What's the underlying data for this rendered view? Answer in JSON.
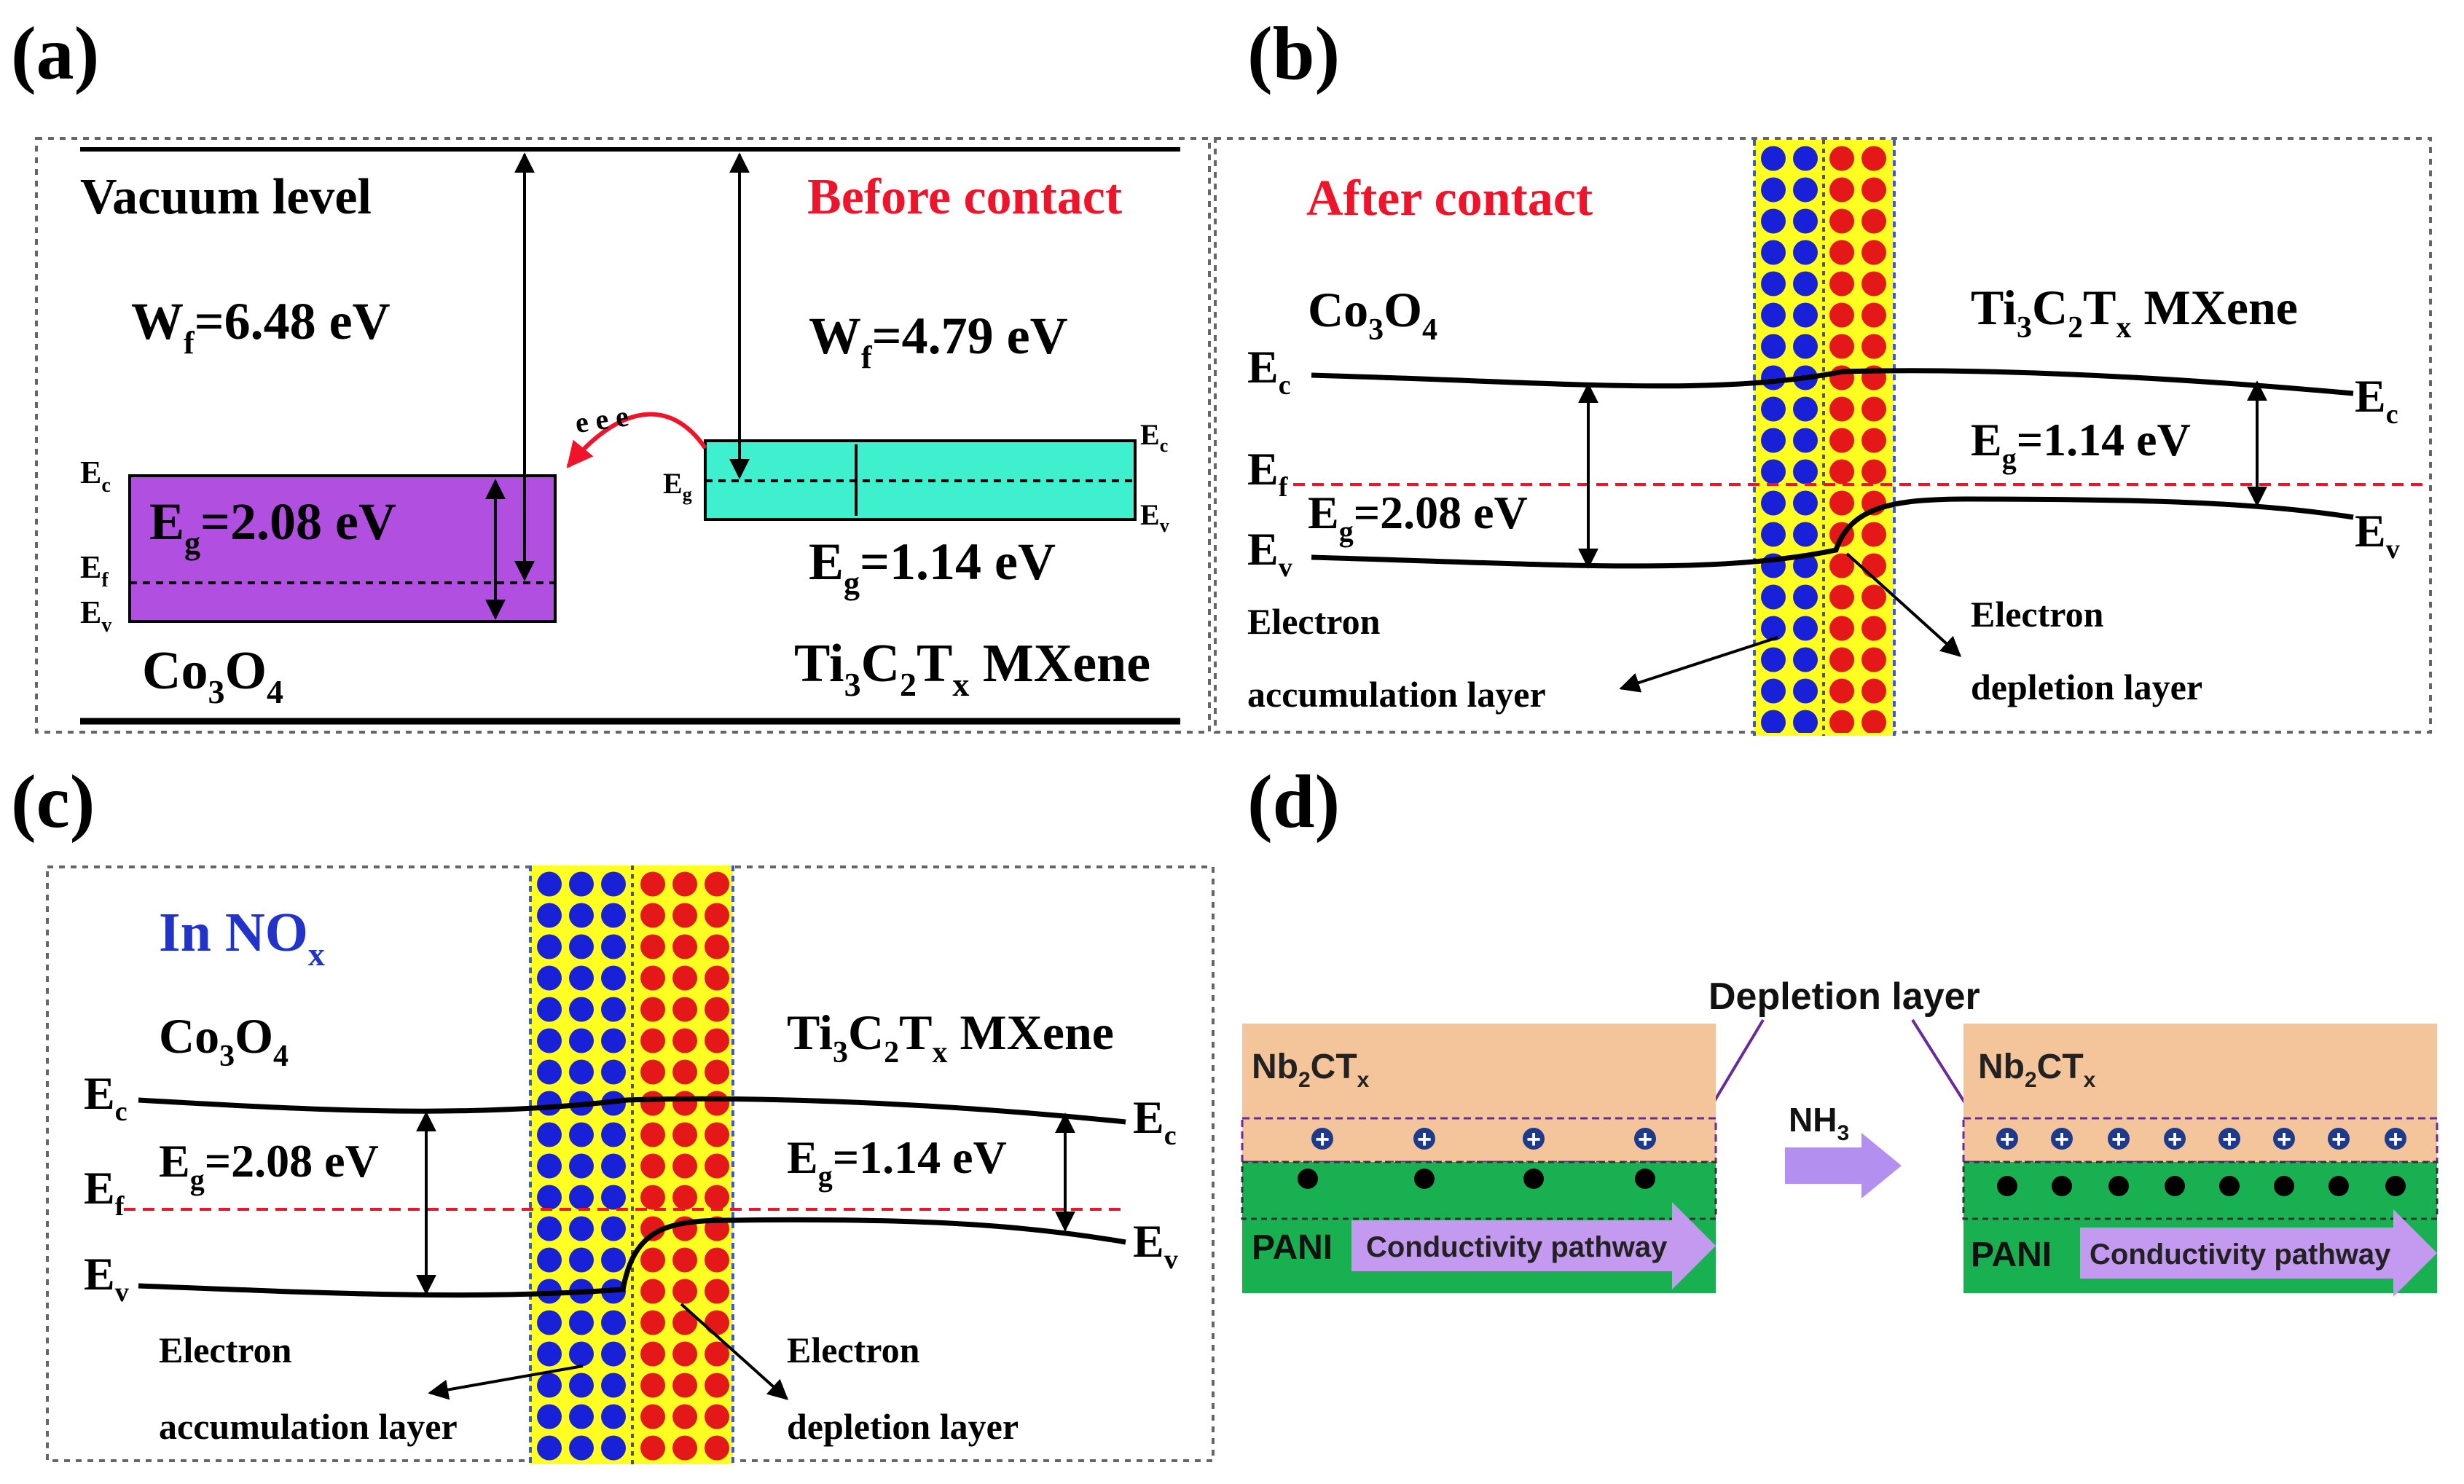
{
  "panels": {
    "a": {
      "tag": "(a)",
      "vacuum": "Vacuum level",
      "before": "Before contact",
      "wf_left": {
        "main": "W",
        "sub": "f",
        "rest": "=6.48 eV"
      },
      "wf_right": {
        "main": "W",
        "sub": "f",
        "rest": "=4.79 eV"
      },
      "eg_left": {
        "main": "E",
        "sub": "g",
        "rest": "=2.08 eV"
      },
      "eg_right": {
        "main": "E",
        "sub": "g",
        "rest": "=1.14 eV"
      },
      "electrons": "e e e",
      "mat_left": {
        "p1": "Co",
        "s1": "3",
        "p2": "O",
        "s2": "4"
      },
      "mat_right": {
        "p1": "Ti",
        "s1": "3",
        "p2": "C",
        "s2": "2",
        "p3": "T",
        "s3": "x",
        "p4": " MXene"
      },
      "level_ec": {
        "main": "E",
        "sub": "c"
      },
      "level_ef": {
        "main": "E",
        "sub": "f"
      },
      "level_ev": {
        "main": "E",
        "sub": "v"
      },
      "level_eg": {
        "main": "E",
        "sub": "g"
      }
    },
    "b": {
      "tag": "(b)",
      "after": "After contact",
      "mat_left": {
        "p1": "Co",
        "s1": "3",
        "p2": "O",
        "s2": "4"
      },
      "mat_right": {
        "p1": "Ti",
        "s1": "3",
        "p2": "C",
        "s2": "2",
        "p3": "T",
        "s3": "x",
        "p4": " MXene"
      },
      "eg_left": {
        "main": "E",
        "sub": "g",
        "rest": "=2.08 eV"
      },
      "eg_right": {
        "main": "E",
        "sub": "g",
        "rest": "=1.14 eV"
      },
      "acc1": "Electron",
      "acc2": "accumulation layer",
      "dep1": "Electron",
      "dep2": "depletion layer"
    },
    "c": {
      "tag": "(c)",
      "in_nox": {
        "main": "In NO",
        "sub": "x"
      },
      "mat_left": {
        "p1": "Co",
        "s1": "3",
        "p2": "O",
        "s2": "4"
      },
      "mat_right": {
        "p1": "Ti",
        "s1": "3",
        "p2": "C",
        "s2": "2",
        "p3": "T",
        "s3": "x",
        "p4": " MXene"
      },
      "eg_left": {
        "main": "E",
        "sub": "g",
        "rest": "=2.08 eV"
      },
      "eg_right": {
        "main": "E",
        "sub": "g",
        "rest": "=1.14 eV"
      },
      "acc1": "Electron",
      "acc2": "accumulation layer",
      "dep1": "Electron",
      "dep2": "depletion layer"
    },
    "d": {
      "tag": "(d)",
      "depletion": "Depletion layer",
      "nb": {
        "main": "Nb",
        "sub1": "2",
        "mid": "CT",
        "sub2": "x"
      },
      "nh3": {
        "main": "NH",
        "sub": "3"
      },
      "pani": "PANI",
      "pathway": "Conductivity pathway",
      "plus": "+"
    }
  },
  "colors": {
    "red_label": "#f0142a",
    "blue_label": "#2233cc",
    "purple_band": "#b04fe0",
    "cyan_band": "#3ff0cf",
    "yellow": "#ffff22",
    "electron_blue": "#1820d8",
    "hole_red": "#e41818",
    "nb_tan": "#f4c49a",
    "pani_green": "#18b050",
    "path_purple": "#c39af0"
  }
}
